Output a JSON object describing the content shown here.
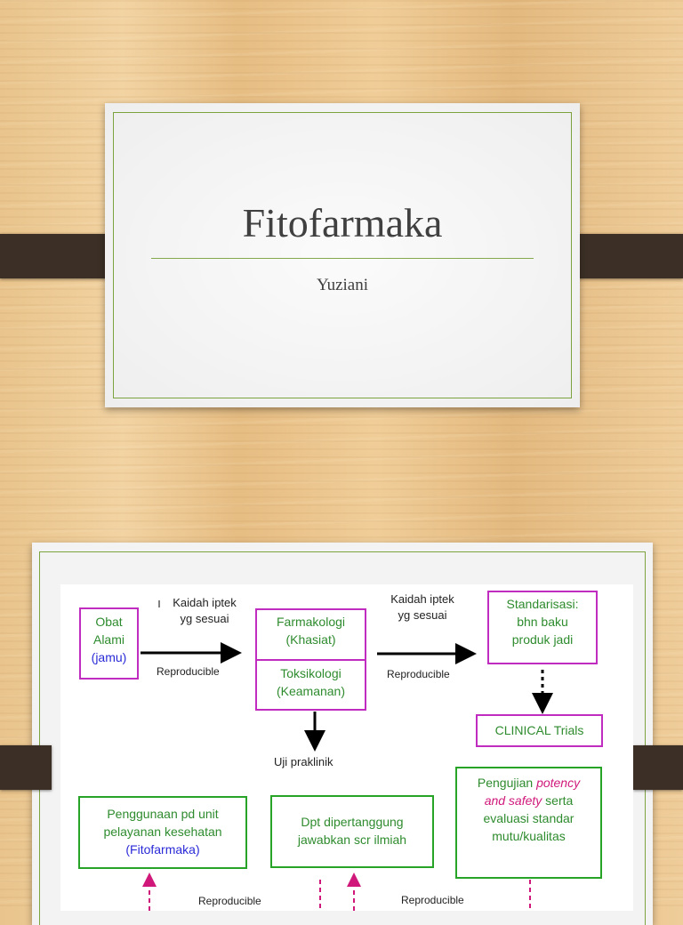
{
  "slide1": {
    "title": "Fitofarmaka",
    "subtitle": "Yuziani"
  },
  "slide2": {
    "obat_alami": {
      "line1": "Obat",
      "line2": "Alami",
      "line3": "(jamu)"
    },
    "kaidah1": {
      "line1": "Kaidah iptek",
      "line2": "yg sesuai",
      "repro": "Reproducible"
    },
    "farmakologi": {
      "line1": "Farmakologi",
      "line2": "(Khasiat)"
    },
    "toksikologi": {
      "line1": "Toksikologi",
      "line2": "(Keamanan)"
    },
    "kaidah2": {
      "line1": "Kaidah iptek",
      "line2": "yg sesuai",
      "repro": "Reproducible"
    },
    "standarisasi": {
      "line1": "Standarisasi:",
      "line2": "bhn baku",
      "line3": "produk jadi"
    },
    "clinical": "CLINICAL Trials",
    "uji": "Uji praklinik",
    "pengujian": {
      "line1": "Pengujian ",
      "line1_italic": "potency",
      "line2_italic": "and safety",
      "line2": " serta",
      "line3": "evaluasi standar",
      "line4": "mutu/kualitas"
    },
    "penggunaan": {
      "line1": "Penggunaan pd unit",
      "line2": "pelayanan kesehatan",
      "line3": "(Fitofarmaka)"
    },
    "dpt": {
      "line1": "Dpt dipertanggung",
      "line2": "jawabkan scr ilmiah"
    },
    "repro_bottom_left": "Reproducible",
    "repro_bottom_right": "Reproducible"
  },
  "colors": {
    "magenta_border": "#c02cc0",
    "green_border": "#27a427",
    "green_text": "#2e8b2e",
    "blue_text": "#2a2ad8",
    "pink_text": "#d0187a",
    "frame": "#7da240"
  }
}
